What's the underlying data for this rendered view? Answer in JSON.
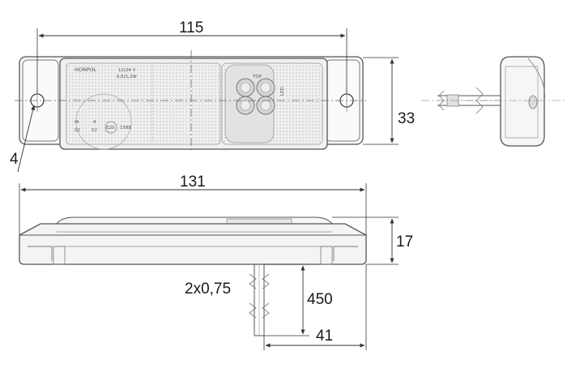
{
  "dimensions": {
    "top_width": "115",
    "height": "33",
    "hole": "4",
    "total_length": "131",
    "depth": "17",
    "wire": "2x0,75",
    "cable_length": "450",
    "offset": "41"
  },
  "label": {
    "brand": "HORPOL",
    "voltage": "12/24 V",
    "power": "0,6/1,2W",
    "top": "TOP",
    "led": "LED",
    "code1": "IA",
    "code2": "02",
    "code3": "A",
    "code4": "02",
    "approval": "E20",
    "approval_no": "1588"
  },
  "colors": {
    "line": "#333333",
    "light_line": "#888888",
    "fill": "#f4f4f4"
  }
}
